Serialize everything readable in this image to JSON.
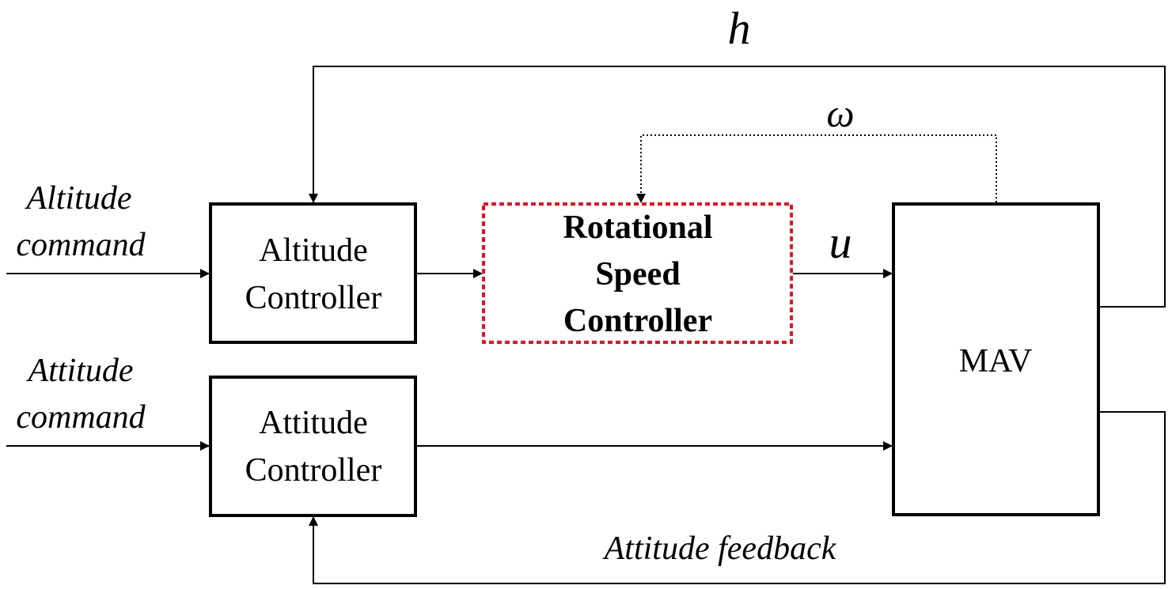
{
  "diagram": {
    "blocks": {
      "altitude_controller": {
        "line1": "Altitude",
        "line2": "Controller"
      },
      "rotational_speed_controller": {
        "line1": "Rotational",
        "line2": "Speed",
        "line3": "Controller"
      },
      "attitude_controller": {
        "line1": "Attitude",
        "line2": "Controller"
      },
      "mav": {
        "label": "MAV"
      }
    },
    "inputs": {
      "altitude_command": {
        "line1": "Altitude",
        "line2": "command"
      },
      "attitude_command": {
        "line1": "Attitude",
        "line2": "command"
      }
    },
    "signals": {
      "height": "h",
      "rotational_speed": "ω",
      "control_input": "u",
      "attitude_feedback": "Attitude feedback"
    },
    "colors": {
      "line": "#000000",
      "highlight_border": "#e8101e"
    }
  }
}
